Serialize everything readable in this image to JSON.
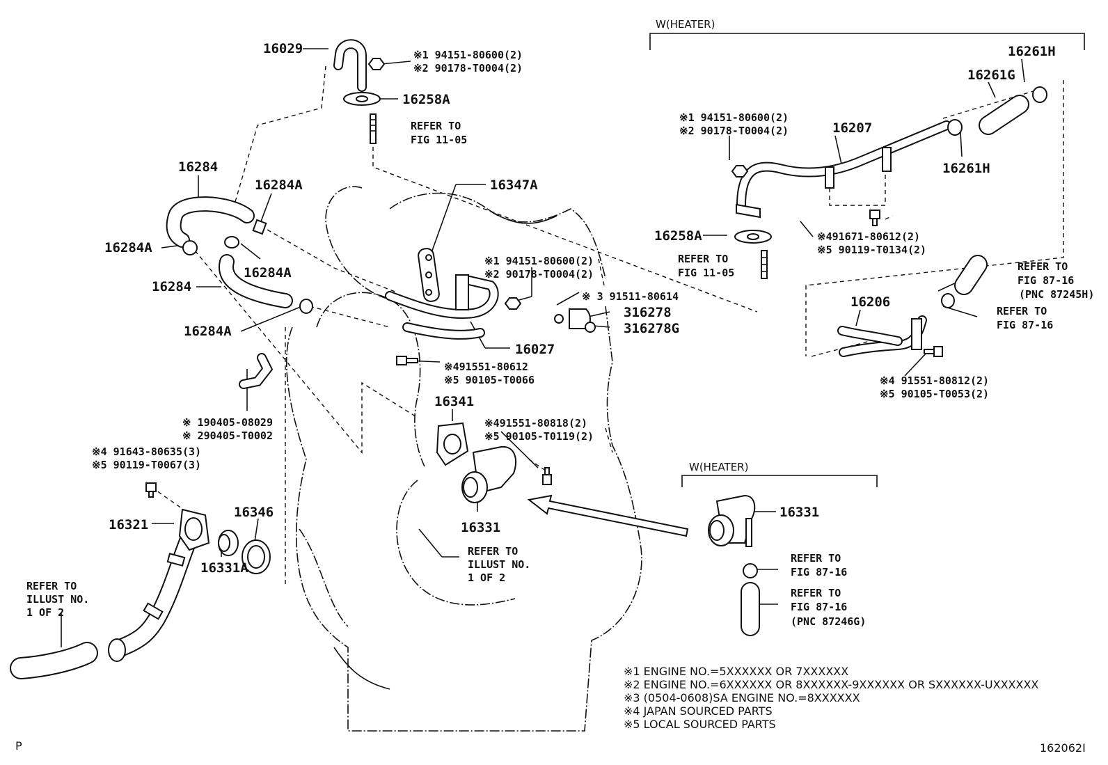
{
  "labels": {
    "p16029": "16029",
    "p16258A_top": "16258A",
    "p16284_top": "16284",
    "p16284A_top": "16284A",
    "p16284A_left": "16284A",
    "p16284A_mid": "16284A",
    "p16284_mid": "16284",
    "p16284A_low": "16284A",
    "p16347A": "16347A",
    "p16027": "16027",
    "p16278": "316278",
    "p16278G": "316278G",
    "p16341": "16341",
    "p16331_main": "16331",
    "p16321": "16321",
    "p16346": "16346",
    "p16331A": "16331A",
    "p16207": "16207",
    "p16258A_right": "16258A",
    "p16261H_top": "16261H",
    "p16261G": "16261G",
    "p16261H_mid": "16261H",
    "p16206": "16206",
    "p16331_heater": "16331"
  },
  "small_labels": {
    "t1a": "※1 94151-80600(2)",
    "t1b": "※2 90178-T0004(2)",
    "m1a": "※1 94151-80600(2)",
    "m1b": "※2 90178-T0004(2)",
    "m2": "※ 3 91511-80614",
    "m3a": "※491551-80612",
    "m3b": "※5 90105-T0066",
    "m4a": "※491551-80818(2)",
    "m4b": "※5 90105-T0119(2)",
    "l1a": "※ 190405-08029",
    "l1b": "※ 290405-T0002",
    "l2a": "※4 91643-80635(3)",
    "l2b": "※5 90119-T0067(3)",
    "r1a": "※1 94151-80600(2)",
    "r1b": "※2 90178-T0004(2)",
    "r2a": "※491671-80612(2)",
    "r2b": "※5 90119-T0134(2)",
    "r3a": "※4 91551-80812(2)",
    "r3b": "※5 90105-T0053(2)"
  },
  "refs": {
    "ref_top_1": "REFER TO",
    "ref_top_2": "FIG 11-05",
    "ref_right_1": "REFER TO",
    "ref_right_2": "FIG 11-05",
    "ref_pnc1_1": "REFER TO",
    "ref_pnc1_2": "FIG 87-16",
    "ref_pnc1_3": "(PNC 87245H)",
    "ref_fig87_1": "REFER TO",
    "ref_fig87_2": "FIG 87-16",
    "ref_illust_mid_1": "REFER TO",
    "ref_illust_mid_2": "ILLUST NO.",
    "ref_illust_mid_3": "1 OF 2",
    "ref_illust_left_1": "REFER TO",
    "ref_illust_left_2": "ILLUST NO.",
    "ref_illust_left_3": "1 OF 2",
    "ref_heat1_1": "REFER TO",
    "ref_heat1_2": "FIG 87-16",
    "ref_heat2_1": "REFER TO",
    "ref_heat2_2": "FIG 87-16",
    "ref_heat2_3": "(PNC 87246G)"
  },
  "headers": {
    "heater_top": "W(HEATER)",
    "heater_bottom": "W(HEATER)"
  },
  "notes": [
    "※1 ENGINE NO.=5XXXXXX OR 7XXXXXX",
    "※2 ENGINE NO.=6XXXXXX OR 8XXXXXX-9XXXXXX OR SXXXXXX-UXXXXXX",
    "※3 (0504-0608)SA ENGINE NO.=8XXXXXX",
    "※4 JAPAN SOURCED PARTS",
    "※5 LOCAL SOURCED PARTS"
  ],
  "footer": {
    "left_mark": "P",
    "figure_id": "162062I"
  }
}
